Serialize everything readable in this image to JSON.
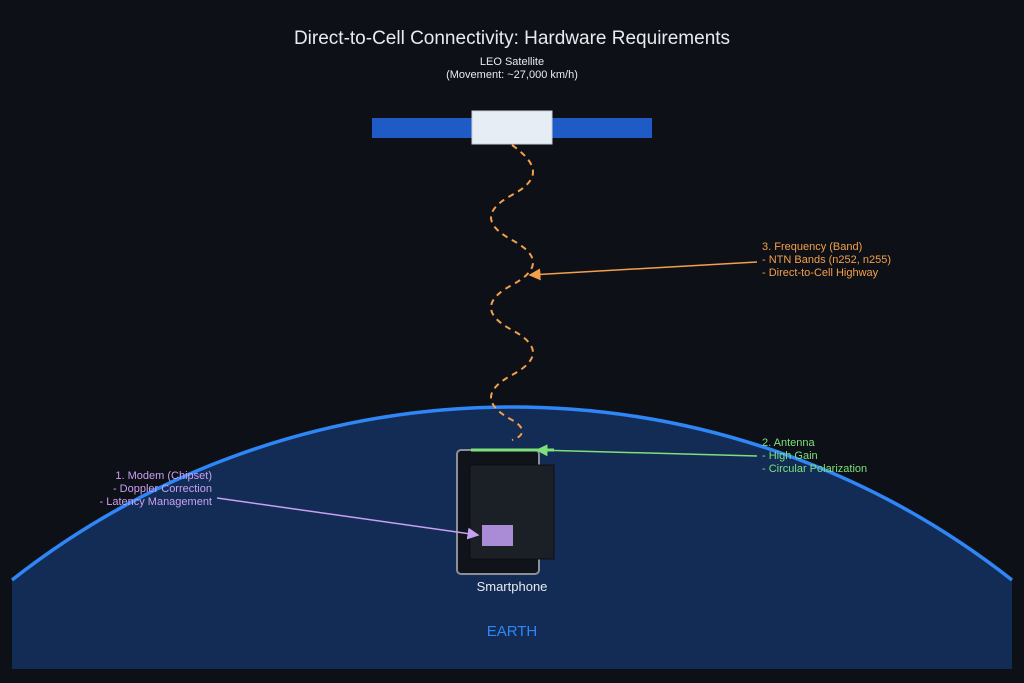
{
  "title": "Direct-to-Cell Connectivity: Hardware Requirements",
  "satellite": {
    "label": "LEO Satellite",
    "sublabel": "(Movement: ~27,000 km/h)"
  },
  "frequency": {
    "title": "3. Frequency (Band)",
    "line1": "- NTN Bands (n252, n255)",
    "line2": "- Direct-to-Cell Highway",
    "color": "#f4a04a"
  },
  "antenna": {
    "title": "2. Antenna",
    "line1": "- High Gain",
    "line2": "- Circular Polarization",
    "color": "#7ee07a"
  },
  "modem": {
    "title": "1. Modem (Chipset)",
    "line1": "- Doppler Correction",
    "line2": "- Latency Management",
    "color": "#c9a0f0"
  },
  "phone": {
    "label": "Smartphone"
  },
  "earth": {
    "label": "EARTH",
    "color": "#2f86f6"
  }
}
